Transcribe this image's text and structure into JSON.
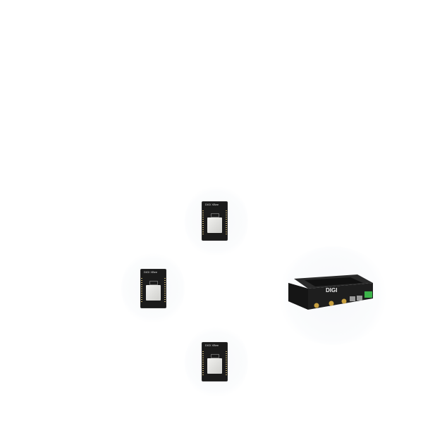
{
  "devices": {
    "modules": [
      {
        "name": "xbee-module-top",
        "logo_text": "DIGI XBee"
      },
      {
        "name": "xbee-module-left",
        "logo_text": "DIGI XBee"
      },
      {
        "name": "xbee-module-bottom",
        "logo_text": "DIGI XBee"
      }
    ],
    "router": {
      "name": "digi-router",
      "logo_text": "DIGI"
    }
  },
  "colors": {
    "background": "#ffffff",
    "device_body": "#1b1b1b",
    "terminal_green": "#3cb44a",
    "antenna_gold": "#c8a040"
  }
}
